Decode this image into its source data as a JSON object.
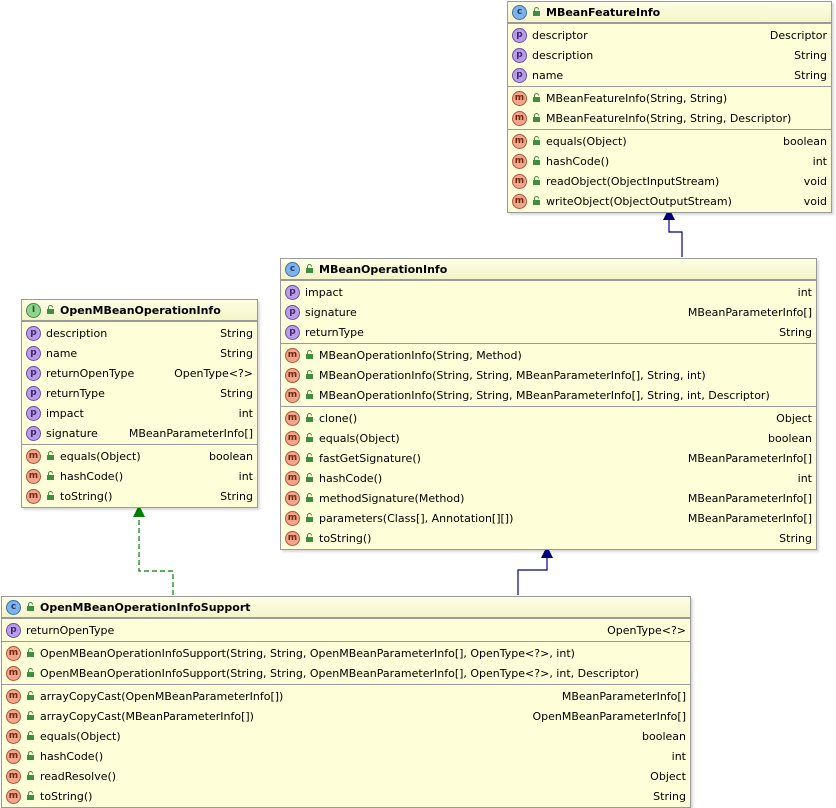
{
  "colors": {
    "class_bg": "#fefed8",
    "border": "#9a9a9a",
    "extends_arrow": "#00007f",
    "implements_arrow": "#007f00"
  },
  "featureInfo": {
    "name": "MBeanFeatureInfo",
    "fields": [
      {
        "sig": "descriptor",
        "type": "Descriptor"
      },
      {
        "sig": "description",
        "type": "String"
      },
      {
        "sig": "name",
        "type": "String"
      }
    ],
    "constructors": [
      {
        "sig": "MBeanFeatureInfo(String, String)",
        "type": ""
      },
      {
        "sig": "MBeanFeatureInfo(String, String, Descriptor)",
        "type": ""
      }
    ],
    "methods": [
      {
        "sig": "equals(Object)",
        "type": "boolean"
      },
      {
        "sig": "hashCode()",
        "type": "int"
      },
      {
        "sig": "readObject(ObjectInputStream)",
        "type": "void"
      },
      {
        "sig": "writeObject(ObjectOutputStream)",
        "type": "void"
      }
    ]
  },
  "operationInfo": {
    "name": "MBeanOperationInfo",
    "fields": [
      {
        "sig": "impact",
        "type": "int"
      },
      {
        "sig": "signature",
        "type": "MBeanParameterInfo[]"
      },
      {
        "sig": "returnType",
        "type": "String"
      }
    ],
    "constructors": [
      {
        "sig": "MBeanOperationInfo(String, Method)",
        "type": ""
      },
      {
        "sig": "MBeanOperationInfo(String, String, MBeanParameterInfo[], String, int)",
        "type": ""
      },
      {
        "sig": "MBeanOperationInfo(String, String, MBeanParameterInfo[], String, int, Descriptor)",
        "type": ""
      }
    ],
    "methods": [
      {
        "sig": "clone()",
        "type": "Object"
      },
      {
        "sig": "equals(Object)",
        "type": "boolean"
      },
      {
        "sig": "fastGetSignature()",
        "type": "MBeanParameterInfo[]"
      },
      {
        "sig": "hashCode()",
        "type": "int"
      },
      {
        "sig": "methodSignature(Method)",
        "type": "MBeanParameterInfo[]"
      },
      {
        "sig": "parameters(Class[], Annotation[][])",
        "type": "MBeanParameterInfo[]"
      },
      {
        "sig": "toString()",
        "type": "String"
      }
    ]
  },
  "openInfo": {
    "name": "OpenMBeanOperationInfo",
    "fields": [
      {
        "sig": "description",
        "type": "String"
      },
      {
        "sig": "name",
        "type": "String"
      },
      {
        "sig": "returnOpenType",
        "type": "OpenType<?>"
      },
      {
        "sig": "returnType",
        "type": "String"
      },
      {
        "sig": "impact",
        "type": "int"
      },
      {
        "sig": "signature",
        "type": "MBeanParameterInfo[]"
      }
    ],
    "methods": [
      {
        "sig": "equals(Object)",
        "type": "boolean"
      },
      {
        "sig": "hashCode()",
        "type": "int"
      },
      {
        "sig": "toString()",
        "type": "String"
      }
    ]
  },
  "support": {
    "name": "OpenMBeanOperationInfoSupport",
    "fields": [
      {
        "sig": "returnOpenType",
        "type": "OpenType<?>"
      }
    ],
    "constructors": [
      {
        "sig": "OpenMBeanOperationInfoSupport(String, String, OpenMBeanParameterInfo[], OpenType<?>, int)",
        "type": ""
      },
      {
        "sig": "OpenMBeanOperationInfoSupport(String, String, OpenMBeanParameterInfo[], OpenType<?>, int, Descriptor)",
        "type": ""
      }
    ],
    "methods": [
      {
        "sig": "arrayCopyCast(OpenMBeanParameterInfo[])",
        "type": "MBeanParameterInfo[]"
      },
      {
        "sig": "arrayCopyCast(MBeanParameterInfo[])",
        "type": "OpenMBeanParameterInfo[]"
      },
      {
        "sig": "equals(Object)",
        "type": "boolean"
      },
      {
        "sig": "hashCode()",
        "type": "int"
      },
      {
        "sig": "readResolve()",
        "type": "Object"
      },
      {
        "sig": "toString()",
        "type": "String"
      }
    ]
  }
}
